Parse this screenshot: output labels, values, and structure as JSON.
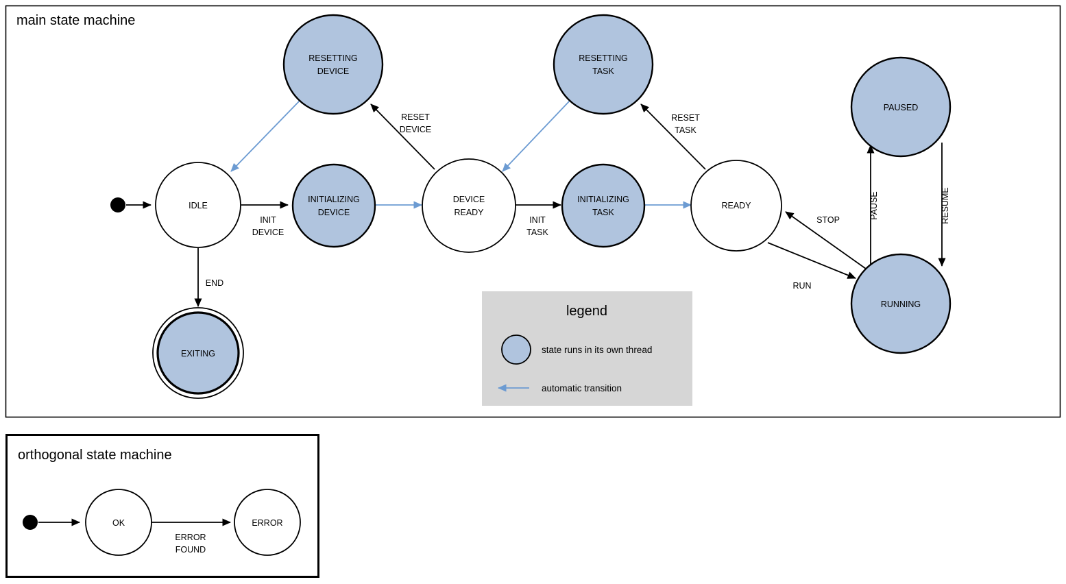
{
  "colors": {
    "thread_state_fill": "#b0c4de",
    "plain_state_fill": "#ffffff",
    "auto_transition": "#6c9bd2",
    "normal_transition": "#000000",
    "legend_background": "#d6d6d6",
    "border": "#000000",
    "page_background": "#ffffff"
  },
  "main_machine": {
    "title": "main state machine",
    "states": [
      {
        "id": "idle",
        "label_line1": "IDLE",
        "label_line2": "",
        "thread": false,
        "final": false
      },
      {
        "id": "resetting-device",
        "label_line1": "RESETTING",
        "label_line2": "DEVICE",
        "thread": true,
        "final": false
      },
      {
        "id": "initializing-device",
        "label_line1": "INITIALIZING",
        "label_line2": "DEVICE",
        "thread": true,
        "final": false
      },
      {
        "id": "device-ready",
        "label_line1": "DEVICE",
        "label_line2": "READY",
        "thread": false,
        "final": false
      },
      {
        "id": "resetting-task",
        "label_line1": "RESETTING",
        "label_line2": "TASK",
        "thread": true,
        "final": false
      },
      {
        "id": "initializing-task",
        "label_line1": "INITIALIZING",
        "label_line2": "TASK",
        "thread": true,
        "final": false
      },
      {
        "id": "ready",
        "label_line1": "READY",
        "label_line2": "",
        "thread": false,
        "final": false
      },
      {
        "id": "paused",
        "label_line1": "PAUSED",
        "label_line2": "",
        "thread": true,
        "final": false
      },
      {
        "id": "running",
        "label_line1": "RUNNING",
        "label_line2": "",
        "thread": true,
        "final": false
      },
      {
        "id": "exiting",
        "label_line1": "EXITING",
        "label_line2": "",
        "thread": true,
        "final": true
      }
    ],
    "transitions": [
      {
        "id": "start-to-idle",
        "from": "start",
        "to": "idle",
        "label_line1": "",
        "label_line2": "",
        "automatic": false
      },
      {
        "id": "idle-to-initializing-device",
        "from": "idle",
        "to": "initializing-device",
        "label_line1": "INIT",
        "label_line2": "DEVICE",
        "automatic": false
      },
      {
        "id": "idle-to-exiting",
        "from": "idle",
        "to": "exiting",
        "label_line1": "END",
        "label_line2": "",
        "automatic": false
      },
      {
        "id": "initializing-device-to-ready",
        "from": "initializing-device",
        "to": "device-ready",
        "label_line1": "",
        "label_line2": "",
        "automatic": true
      },
      {
        "id": "device-ready-to-resetting",
        "from": "device-ready",
        "to": "resetting-device",
        "label_line1": "RESET",
        "label_line2": "DEVICE",
        "automatic": false
      },
      {
        "id": "resetting-device-to-idle",
        "from": "resetting-device",
        "to": "idle",
        "label_line1": "",
        "label_line2": "",
        "automatic": true
      },
      {
        "id": "device-ready-to-init-task",
        "from": "device-ready",
        "to": "initializing-task",
        "label_line1": "INIT",
        "label_line2": "TASK",
        "automatic": false
      },
      {
        "id": "initializing-task-to-ready",
        "from": "initializing-task",
        "to": "ready",
        "label_line1": "",
        "label_line2": "",
        "automatic": true
      },
      {
        "id": "ready-to-resetting-task",
        "from": "ready",
        "to": "resetting-task",
        "label_line1": "RESET",
        "label_line2": "TASK",
        "automatic": false
      },
      {
        "id": "resetting-task-to-device",
        "from": "resetting-task",
        "to": "device-ready",
        "label_line1": "",
        "label_line2": "",
        "automatic": true
      },
      {
        "id": "ready-to-running",
        "from": "ready",
        "to": "running",
        "label_line1": "RUN",
        "label_line2": "",
        "automatic": false
      },
      {
        "id": "running-to-ready",
        "from": "running",
        "to": "ready",
        "label_line1": "STOP",
        "label_line2": "",
        "automatic": false
      },
      {
        "id": "running-to-paused",
        "from": "running",
        "to": "paused",
        "label_line1": "PAUSE",
        "label_line2": "",
        "automatic": false
      },
      {
        "id": "paused-to-running",
        "from": "paused",
        "to": "running",
        "label_line1": "RESUME",
        "label_line2": "",
        "automatic": false
      }
    ]
  },
  "legend": {
    "title": "legend",
    "items": [
      {
        "id": "thread-state",
        "symbol": "circle-icon",
        "text": "state runs in its own thread"
      },
      {
        "id": "auto-transition",
        "symbol": "arrow-left-icon",
        "text": "automatic transition"
      }
    ]
  },
  "orthogonal_machine": {
    "title": "orthogonal state machine",
    "states": [
      {
        "id": "ok",
        "label_line1": "OK",
        "label_line2": ""
      },
      {
        "id": "error",
        "label_line1": "ERROR",
        "label_line2": ""
      }
    ],
    "transitions": [
      {
        "id": "start-to-ok",
        "from": "start",
        "to": "ok",
        "label_line1": "",
        "label_line2": ""
      },
      {
        "id": "ok-to-error",
        "from": "ok",
        "to": "error",
        "label_line1": "ERROR",
        "label_line2": "FOUND"
      }
    ]
  }
}
